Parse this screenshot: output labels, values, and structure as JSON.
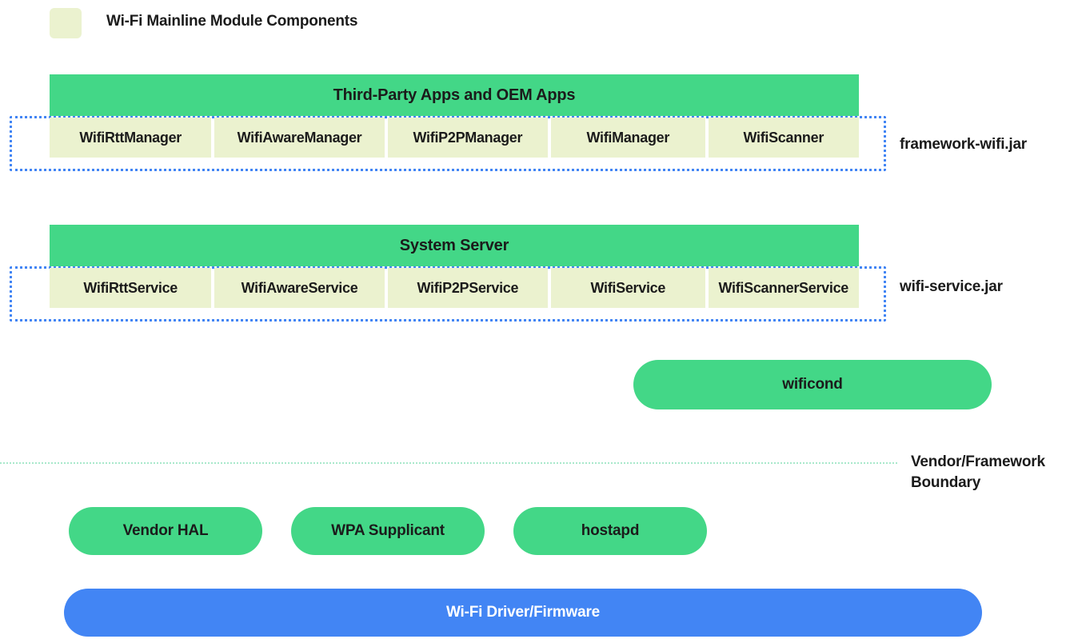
{
  "legend": {
    "swatch_color": "#EBF2CF",
    "label": "Wi-Fi Mainline Module Components"
  },
  "colors": {
    "module_fill": "#EBF2CF",
    "layer_green": "#43D787",
    "driver_blue": "#4285F4",
    "dotted_frame": "#4285F4",
    "boundary_dotted": "#A8E8CB",
    "text_dark": "#1b1b1b",
    "text_light": "#ffffff"
  },
  "layers": [
    {
      "id": "framework",
      "header": "Third-Party Apps and OEM Apps",
      "jar_label": "framework-wifi.jar",
      "cells": [
        {
          "label": "WifiRttManager"
        },
        {
          "label": "WifiAwareManager"
        },
        {
          "label": "WifiP2PManager"
        },
        {
          "label": "WifiManager"
        },
        {
          "label": "WifiScanner"
        }
      ]
    },
    {
      "id": "system-server",
      "header": "System Server",
      "jar_label": "wifi-service.jar",
      "cells": [
        {
          "label": "WifiRttService"
        },
        {
          "label": "WifiAwareService"
        },
        {
          "label": "WifiP2PService"
        },
        {
          "label": "WifiService"
        },
        {
          "label": "WifiScannerService"
        }
      ]
    }
  ],
  "daemons": {
    "wificond": "wificond"
  },
  "boundary": {
    "label_line1": "Vendor/Framework",
    "label_line2": "Boundary",
    "label": "Vendor/Framework\nBoundary"
  },
  "vendor_pills": [
    {
      "label": "Vendor HAL"
    },
    {
      "label": "WPA Supplicant"
    },
    {
      "label": "hostapd"
    }
  ],
  "driver": {
    "label": "Wi-Fi Driver/Firmware"
  }
}
